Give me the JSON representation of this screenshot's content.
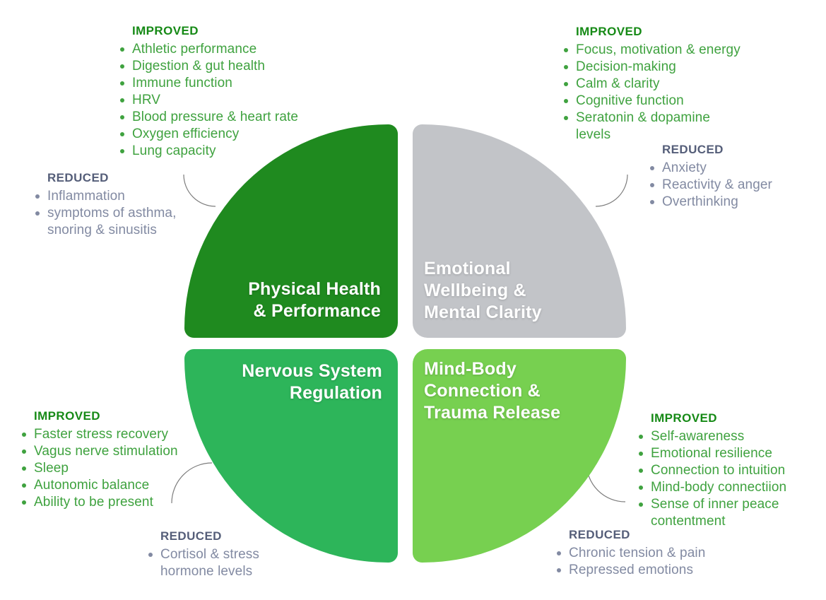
{
  "colors": {
    "background": "#ffffff",
    "physical": "#1f8a1f",
    "emotional": "#c2c4c8",
    "nervous": "#2db55a",
    "mindbody": "#77d050",
    "improved_heading": "#168a16",
    "improved_text": "#3fa23f",
    "reduced_heading": "#555e79",
    "reduced_text": "#828aa2",
    "quadrant_label": "#ffffff",
    "connector": "#7d7d7d"
  },
  "quadrants": {
    "physical": {
      "label": "Physical Health\n& Performance"
    },
    "emotional": {
      "label": "Emotional\nWellbeing &\nMental Clarity"
    },
    "nervous": {
      "label": "Nervous System\nRegulation"
    },
    "mindbody": {
      "label": "Mind-Body\nConnection &\nTrauma Release"
    }
  },
  "lists": {
    "physical_improved": {
      "heading": "IMPROVED",
      "items": [
        "Athletic performance",
        "Digestion & gut health",
        "Immune function",
        "HRV",
        "Blood pressure & heart rate",
        "Oxygen efficiency",
        "Lung capacity"
      ]
    },
    "physical_reduced": {
      "heading": "REDUCED",
      "items": [
        "Inflammation",
        "symptoms of asthma,\nsnoring & sinusitis"
      ]
    },
    "emotional_improved": {
      "heading": "IMPROVED",
      "items": [
        "Focus, motivation & energy",
        "Decision-making",
        "Calm & clarity",
        "Cognitive function",
        "Seratonin & dopamine\nlevels"
      ]
    },
    "emotional_reduced": {
      "heading": "REDUCED",
      "items": [
        "Anxiety",
        "Reactivity & anger",
        "Overthinking"
      ]
    },
    "nervous_improved": {
      "heading": "IMPROVED",
      "items": [
        "Faster stress recovery",
        "Vagus nerve stimulation",
        "Sleep",
        "Autonomic balance",
        "Ability to be present"
      ]
    },
    "nervous_reduced": {
      "heading": "REDUCED",
      "items": [
        "Cortisol & stress\nhormone levels"
      ]
    },
    "mindbody_improved": {
      "heading": "IMPROVED",
      "items": [
        "Self-awareness",
        "Emotional resilience",
        "Connection to intuition",
        "Mind-body connectiion",
        "Sense of inner peace\ncontentment"
      ]
    },
    "mindbody_reduced": {
      "heading": "REDUCED",
      "items": [
        "Chronic tension & pain",
        "Repressed emotions"
      ]
    }
  }
}
